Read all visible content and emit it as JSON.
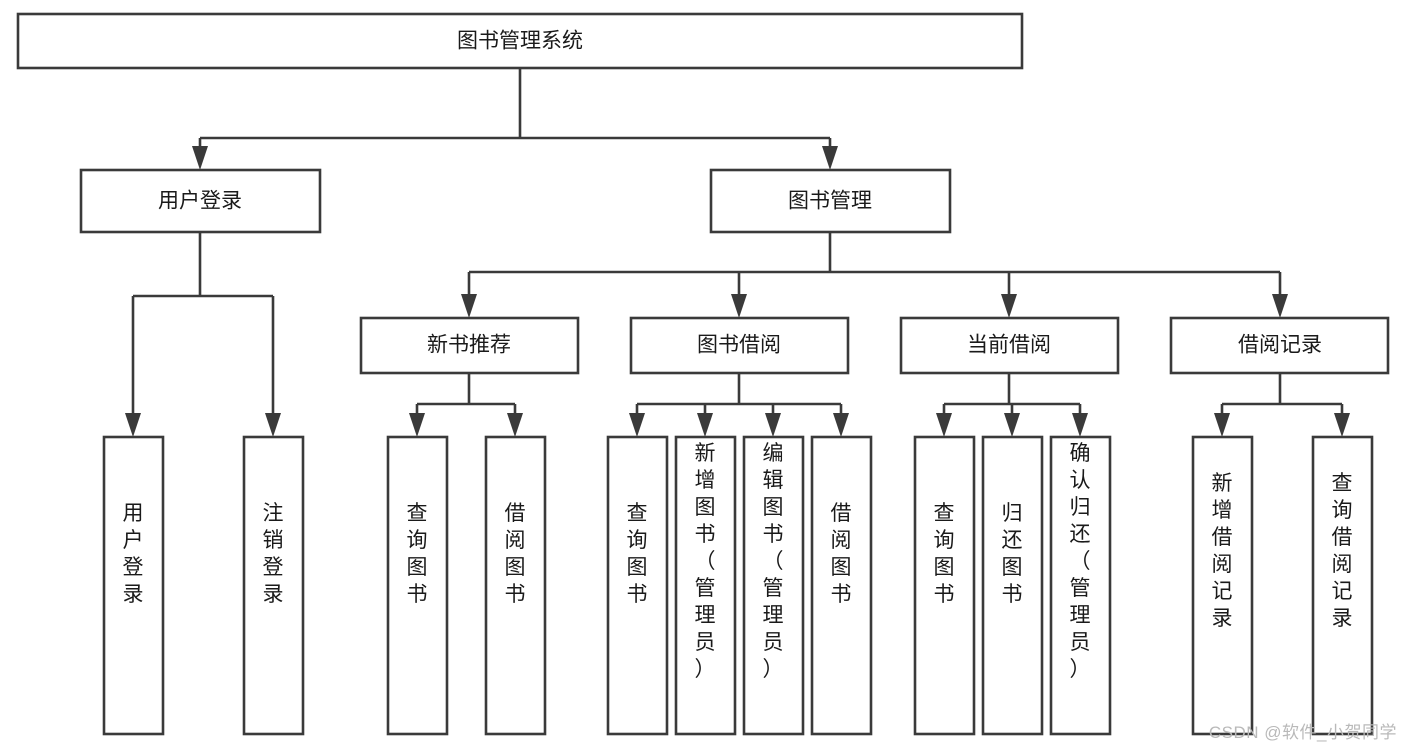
{
  "diagram": {
    "type": "tree",
    "title": "图书管理系统",
    "watermark": "CSDN @软件_小贺同学",
    "colors": {
      "stroke": "#3a3a3a",
      "fill": "#ffffff",
      "text": "#1a1a1a",
      "watermark": "#b9b9b9",
      "background": "#ffffff"
    },
    "root": {
      "label": "图书管理系统",
      "orientation": "horizontal"
    },
    "level2": [
      {
        "label": "用户登录",
        "orientation": "horizontal"
      },
      {
        "label": "图书管理",
        "orientation": "horizontal"
      }
    ],
    "level3": [
      {
        "label": "新书推荐",
        "orientation": "horizontal"
      },
      {
        "label": "图书借阅",
        "orientation": "horizontal"
      },
      {
        "label": "当前借阅",
        "orientation": "horizontal"
      },
      {
        "label": "借阅记录",
        "orientation": "horizontal"
      }
    ],
    "leaves": {
      "user_login": [
        {
          "label": "用户登录",
          "orientation": "vertical"
        },
        {
          "label": "注销登录",
          "orientation": "vertical"
        }
      ],
      "new_book_recommend": [
        {
          "label": "查询图书",
          "orientation": "vertical"
        },
        {
          "label": "借阅图书",
          "orientation": "vertical"
        }
      ],
      "book_borrow": [
        {
          "label": "查询图书",
          "orientation": "vertical"
        },
        {
          "label": "新增图书（管理员）",
          "orientation": "vertical"
        },
        {
          "label": "编辑图书（管理员）",
          "orientation": "vertical"
        },
        {
          "label": "借阅图书",
          "orientation": "vertical"
        }
      ],
      "current_borrow": [
        {
          "label": "查询图书",
          "orientation": "vertical"
        },
        {
          "label": "归还图书",
          "orientation": "vertical"
        },
        {
          "label": "确认归还（管理员）",
          "orientation": "vertical"
        }
      ],
      "borrow_record": [
        {
          "label": "新增借阅记录",
          "orientation": "vertical"
        },
        {
          "label": "查询借阅记录",
          "orientation": "vertical"
        }
      ]
    }
  }
}
